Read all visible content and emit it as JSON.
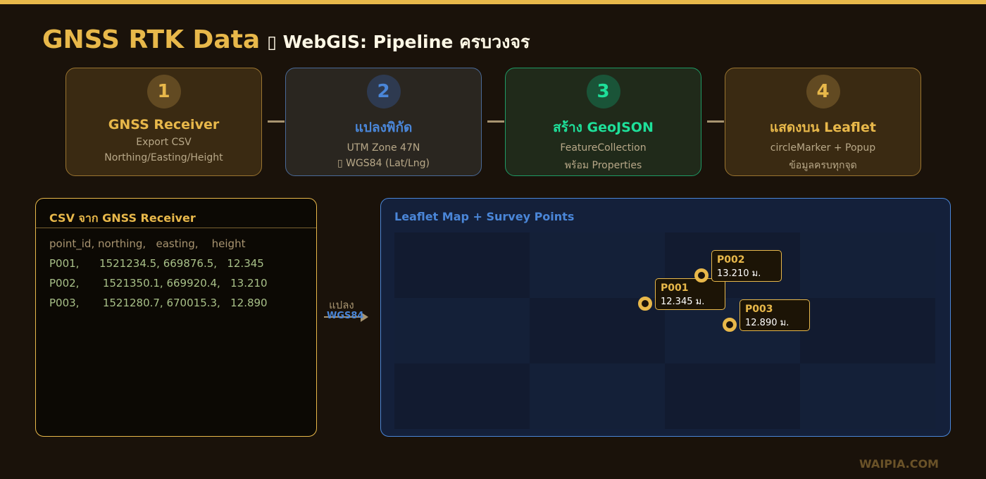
{
  "header": {
    "title_main": "GNSS RTK Data",
    "title_rest": "▯ WebGIS: Pipeline ครบวงจร"
  },
  "steps": [
    {
      "num": "1",
      "title": "GNSS Receiver",
      "line1": "Export CSV",
      "line2": "Northing/Easting/Height",
      "color": "#e8b84a"
    },
    {
      "num": "2",
      "title": "แปลงพิกัด",
      "line1": "UTM Zone 47N",
      "line2": "▯ WGS84 (Lat/Lng)",
      "color": "#4a86d8"
    },
    {
      "num": "3",
      "title": "สร้าง GeoJSON",
      "line1": "FeatureCollection",
      "line2": "พร้อม Properties",
      "color": "#1ee09a"
    },
    {
      "num": "4",
      "title": "แสดงบน Leaflet",
      "line1": "circleMarker + Popup",
      "line2": "ข้อมูลครบทุกจุด",
      "color": "#e8b84a"
    }
  ],
  "csv": {
    "title": "CSV จาก GNSS Receiver",
    "header": "point_id, northing,   easting,    height",
    "rows": [
      "P001,      1521234.5, 669876.5,   12.345",
      "P002,       1521350.1, 669920.4,   13.210",
      "P003,       1521280.7, 670015.3,   12.890"
    ]
  },
  "arrow": {
    "label1": "แปลง",
    "label2": "WGS84"
  },
  "map": {
    "title": "Leaflet Map + Survey Points",
    "points": [
      {
        "name": "P001",
        "value": "12.345 ม."
      },
      {
        "name": "P002",
        "value": "13.210 ม."
      },
      {
        "name": "P003",
        "value": "12.890 ม."
      }
    ]
  },
  "footer": "WAIPIA.COM"
}
